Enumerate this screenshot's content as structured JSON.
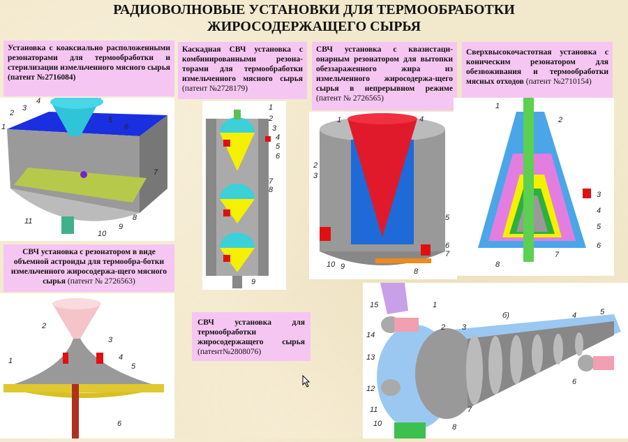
{
  "title": {
    "line1": "РАДИОВОЛНОВЫЕ УСТАНОВКИ ДЛЯ ТЕРМООБРАБОТКИ",
    "line2": "ЖИРОСОДЕРЖАЩЕГО СЫРЬЯ"
  },
  "boxes": [
    {
      "text": "Установка с коаксиально расположенными резонаторами для термообработки и стерилизации измельченного мясного сырья (патент №2716084)",
      "patent": ""
    },
    {
      "text": "Каскадная СВЧ установка с комбинированными резона-торами для термообработки измельченного мясного сырья",
      "patent": "(патент №2728179)"
    },
    {
      "text": "СВЧ установка с квазистаци-онарным резонатором для вытопки обеззараженного жира из измельченного жиросодержа-щего сырья в непрерывном режиме",
      "patent": "(патент № 2726565)"
    },
    {
      "text": "Сверхвысокочастотная установка с коническим резонатором для обезвоживания и термообработки мясных отходов",
      "patent": "(патент №2710154)"
    },
    {
      "text": "СВЧ установка с резонатором в виде объемной астроиды для термообра-ботки измельченного жиросодержа-щего мясного сырья",
      "patent": "(патент № 2726563)"
    },
    {
      "text": "СВЧ установка для термообработки жиросодержащего сырья",
      "patent": "(патент№2808076)"
    }
  ],
  "labels": {
    "d1": [
      "1",
      "2",
      "3",
      "4",
      "5",
      "6",
      "7",
      "8",
      "9",
      "10",
      "11"
    ],
    "d2": [
      "1",
      "2",
      "3",
      "4",
      "5",
      "6",
      "7",
      "8",
      "9"
    ],
    "d3": [
      "1",
      "2",
      "3",
      "4",
      "5",
      "6",
      "7",
      "8",
      "9",
      "10"
    ],
    "d4": [
      "1",
      "2",
      "3",
      "4",
      "5",
      "6",
      "7",
      "8"
    ],
    "d5": [
      "1",
      "2",
      "3",
      "4",
      "5",
      "6"
    ],
    "d6": [
      "б)",
      "1",
      "2",
      "3",
      "4",
      "5",
      "6",
      "7",
      "8",
      "10",
      "11",
      "12",
      "13",
      "14",
      "15"
    ]
  }
}
